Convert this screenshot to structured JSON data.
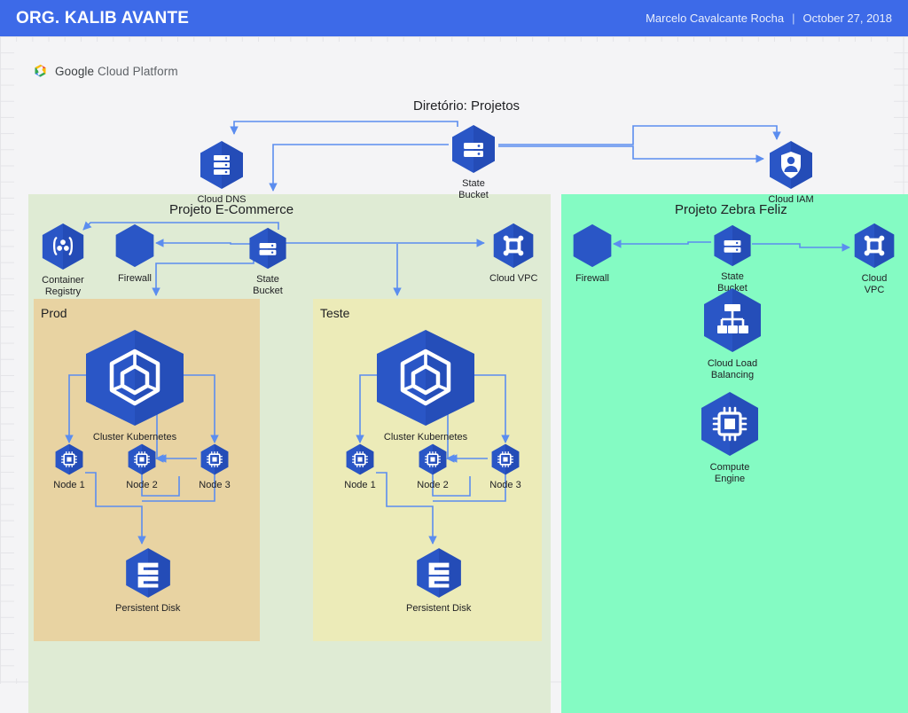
{
  "header": {
    "title": "ORG. KALIB AVANTE",
    "author": "Marcelo Cavalcante Rocha",
    "separator": "|",
    "date": "October 27, 2018",
    "bar_color": "#3d6ae8"
  },
  "logo": {
    "brand": "Google",
    "product": "Cloud Platform",
    "icon": "google-cloud-hex-logo"
  },
  "diagram": {
    "directory_label": "Diretório: Projetos",
    "icon_color": "#2a56c6",
    "connector_color": "#5b8def",
    "zones": [
      {
        "key": "ecommerce",
        "label": "Projeto E-Commerce",
        "color": "#dfebd4"
      },
      {
        "key": "zebra",
        "label": "Projeto Zebra Feliz",
        "color": "#84fbc3"
      },
      {
        "key": "prod",
        "label": "Prod",
        "color": "#e8d3a2"
      },
      {
        "key": "teste",
        "label": "Teste",
        "color": "#ecebb8"
      }
    ],
    "top_nodes": [
      {
        "key": "cloud-dns",
        "label": "Cloud DNS",
        "icon": "cloud-dns-icon"
      },
      {
        "key": "state-bucket",
        "label": "State\nBucket",
        "icon": "storage-bucket-icon"
      },
      {
        "key": "cloud-iam",
        "label": "Cloud IAM",
        "icon": "shield-person-icon"
      }
    ],
    "ecommerce_nodes": [
      {
        "key": "container-registry",
        "label": "Container\nRegistry",
        "icon": "container-registry-icon"
      },
      {
        "key": "firewall",
        "label": "Firewall",
        "icon": "firewall-hex-icon"
      },
      {
        "key": "state-bucket-ec",
        "label": "State\nBucket",
        "icon": "storage-bucket-icon"
      },
      {
        "key": "cloud-vpc-ec",
        "label": "Cloud VPC",
        "icon": "cloud-vpc-icon"
      }
    ],
    "prod_nodes": [
      {
        "key": "cluster-kubernetes-prod",
        "label": "Cluster Kubernetes",
        "icon": "kubernetes-cluster-icon"
      },
      {
        "key": "node-1-prod",
        "label": "Node 1",
        "icon": "compute-chip-icon"
      },
      {
        "key": "node-2-prod",
        "label": "Node 2",
        "icon": "compute-chip-icon"
      },
      {
        "key": "node-3-prod",
        "label": "Node 3",
        "icon": "compute-chip-icon"
      },
      {
        "key": "persistent-disk-prod",
        "label": "Persistent Disk",
        "icon": "persistent-disk-icon"
      }
    ],
    "teste_nodes": [
      {
        "key": "cluster-kubernetes-teste",
        "label": "Cluster Kubernetes",
        "icon": "kubernetes-cluster-icon"
      },
      {
        "key": "node-1-teste",
        "label": "Node 1",
        "icon": "compute-chip-icon"
      },
      {
        "key": "node-2-teste",
        "label": "Node 2",
        "icon": "compute-chip-icon"
      },
      {
        "key": "node-3-teste",
        "label": "Node 3",
        "icon": "compute-chip-icon"
      },
      {
        "key": "persistent-disk-teste",
        "label": "Persistent Disk",
        "icon": "persistent-disk-icon"
      }
    ],
    "zebra_nodes": [
      {
        "key": "firewall-zf",
        "label": "Firewall",
        "icon": "firewall-hex-icon"
      },
      {
        "key": "state-bucket-zf",
        "label": "State\nBucket",
        "icon": "storage-bucket-icon"
      },
      {
        "key": "cloud-vpc-zf",
        "label": "Cloud VPC",
        "icon": "cloud-vpc-icon"
      },
      {
        "key": "cloud-load-balancing",
        "label": "Cloud Load\nBalancing",
        "icon": "load-balancer-icon"
      },
      {
        "key": "compute-engine",
        "label": "Compute\nEngine",
        "icon": "compute-chip-icon"
      }
    ]
  }
}
